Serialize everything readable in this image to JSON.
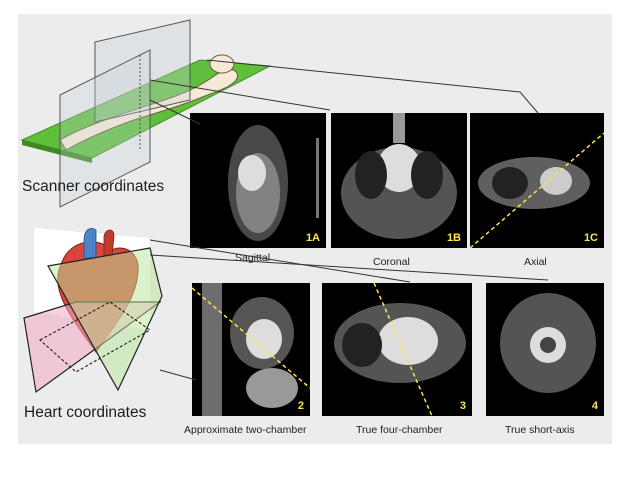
{
  "section_labels": {
    "scanner": "Scanner coordinates",
    "heart": "Heart coordinates"
  },
  "panels": [
    {
      "tag": "1A",
      "caption": "Sagittal"
    },
    {
      "tag": "1B",
      "caption": "Coronal"
    },
    {
      "tag": "1C",
      "caption": "Axial"
    },
    {
      "tag": "2",
      "caption": "Approximate two-chamber"
    },
    {
      "tag": "3",
      "caption": "True four-chamber"
    },
    {
      "tag": "4",
      "caption": "True short-axis"
    }
  ],
  "colors": {
    "background": "#ececec",
    "scanner_table": "#5fbf3a",
    "dashed_line": "#ffe34a",
    "plane_pink": "#f2a9c4",
    "plane_green": "#b7e59a",
    "tag_text": "#ffe34a"
  }
}
